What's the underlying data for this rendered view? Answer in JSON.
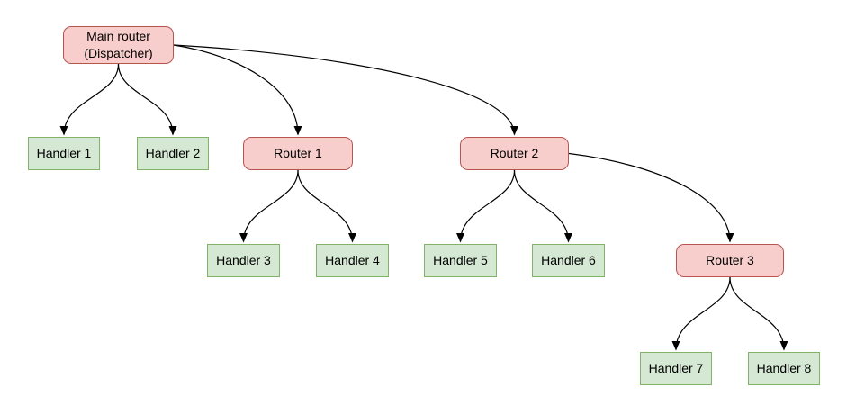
{
  "diagram": {
    "kind": "routing-tree",
    "colors": {
      "background": "#ffffff",
      "router_fill": "#f8cecc",
      "router_border": "#b85450",
      "handler_fill": "#d5e8d4",
      "handler_border": "#82b366",
      "edge": "#000000",
      "text": "#000000"
    },
    "nodes": [
      {
        "id": "main",
        "label": "Main router\n(Dispatcher)",
        "type": "router"
      },
      {
        "id": "h1",
        "label": "Handler 1",
        "type": "handler"
      },
      {
        "id": "h2",
        "label": "Handler 2",
        "type": "handler"
      },
      {
        "id": "r1",
        "label": "Router 1",
        "type": "router"
      },
      {
        "id": "r2",
        "label": "Router 2",
        "type": "router"
      },
      {
        "id": "h3",
        "label": "Handler 3",
        "type": "handler"
      },
      {
        "id": "h4",
        "label": "Handler 4",
        "type": "handler"
      },
      {
        "id": "h5",
        "label": "Handler 5",
        "type": "handler"
      },
      {
        "id": "h6",
        "label": "Handler 6",
        "type": "handler"
      },
      {
        "id": "r3",
        "label": "Router 3",
        "type": "router"
      },
      {
        "id": "h7",
        "label": "Handler 7",
        "type": "handler"
      },
      {
        "id": "h8",
        "label": "Handler 8",
        "type": "handler"
      }
    ],
    "edges": [
      {
        "from": "main",
        "to": "h1",
        "exit": "bottom"
      },
      {
        "from": "main",
        "to": "h2",
        "exit": "bottom"
      },
      {
        "from": "main",
        "to": "r1",
        "exit": "right"
      },
      {
        "from": "main",
        "to": "r2",
        "exit": "right"
      },
      {
        "from": "r1",
        "to": "h3",
        "exit": "bottom"
      },
      {
        "from": "r1",
        "to": "h4",
        "exit": "bottom"
      },
      {
        "from": "r2",
        "to": "h5",
        "exit": "bottom"
      },
      {
        "from": "r2",
        "to": "h6",
        "exit": "bottom"
      },
      {
        "from": "r2",
        "to": "r3",
        "exit": "right"
      },
      {
        "from": "r3",
        "to": "h7",
        "exit": "bottom"
      },
      {
        "from": "r3",
        "to": "h8",
        "exit": "bottom"
      }
    ]
  }
}
